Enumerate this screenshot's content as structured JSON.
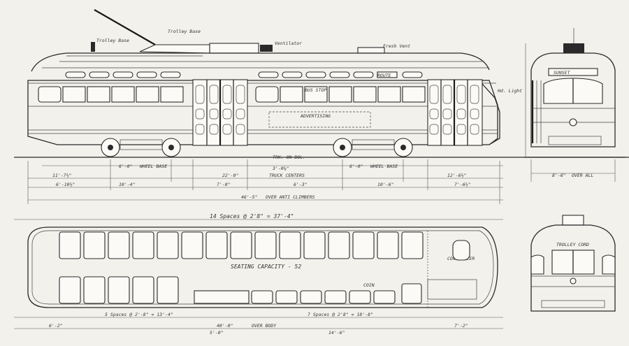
{
  "colors": {
    "paper": "#f2f1ec",
    "ink": "#2a2a2a"
  },
  "side_elevation": {
    "labels": {
      "trolley_base": "Trolley Base",
      "trolley_base_top": "Trolley Base",
      "rooftop_vent": "Fresh Vent",
      "running_boards": "Ventilator",
      "advertising_panel": "ADVERTISING",
      "route_sign": "ROUTE",
      "bus_stop": "BUS STOP",
      "headlight": "Hd. Light"
    },
    "dimensions": {
      "wheel_base_left": "6'-0\"",
      "wheel_base_left_lbl": "WHEEL BASE",
      "wheel_base_right": "6'-0\"",
      "wheel_base_right_lbl": "WHEEL BASE",
      "truck_centers": "TRK. ON BOL.",
      "row2_a": "11'-7½\"",
      "row2_b": "22'-9\"",
      "row2_b_lbl": "TRUCK CENTERS",
      "row2_c": "12'-6½\"",
      "row3_a": "6'-10½\"",
      "row3_b": "10'-4\"",
      "row3_c": "7'-0\"",
      "row3_d": "6'-3\"",
      "row3_e": "10'-6\"",
      "row3_f": "7'-6½\"",
      "overall": "46'-5\"",
      "overall_lbl": "OVER ANTI CLIMBERS",
      "door_width": "3'-0⅛\""
    }
  },
  "end_elevation": {
    "route_text": "SUNSET",
    "dims": {
      "width": "8'-6\"",
      "width_lbl": "OVER ALL"
    }
  },
  "plan_view": {
    "seating_capacity": "SEATING CAPACITY - 52",
    "spacing_top": "14 Spaces @ 2'8\" = 37'-4\"",
    "spacing_bottom_left": "5 Spaces @ 2'-8\" = 13'-4\"",
    "spacing_bottom_right": "7 Spaces @ 2'8\" = 18'-8\"",
    "over_body": "40'-0\"",
    "over_body_lbl": "OVER BODY",
    "left_end": "6'-2\"",
    "right_end": "7'-2\"",
    "mid_a": "5'-0\"",
    "mid_b": "14'-6\"",
    "controller": "CONTROLLER",
    "coin": "COIN"
  },
  "end_view_rear": {
    "label": "TROLLEY CORD"
  }
}
